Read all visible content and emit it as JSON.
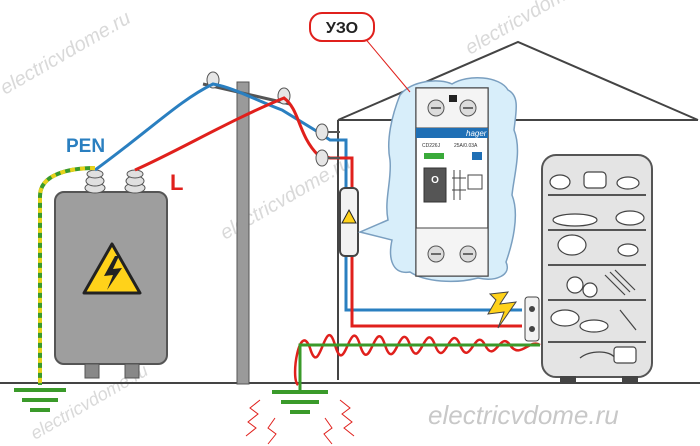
{
  "labels": {
    "uzo": "УЗО",
    "pen": "PEN",
    "line": "L"
  },
  "watermark": "electricvdome.ru",
  "device": {
    "brand": "hager",
    "model": "CD226J",
    "rating": "25A/0.03A",
    "state": "O"
  },
  "colors": {
    "pen_wire": "#2a7fc0",
    "line_wire": "#e0201c",
    "earth_wire": "#3a9a2a",
    "earth_stripe": "#e8d21a",
    "leak_wave": "#e0201c",
    "callout_cloud": "#d8eefa",
    "uzo_badge": "#e0201c"
  }
}
